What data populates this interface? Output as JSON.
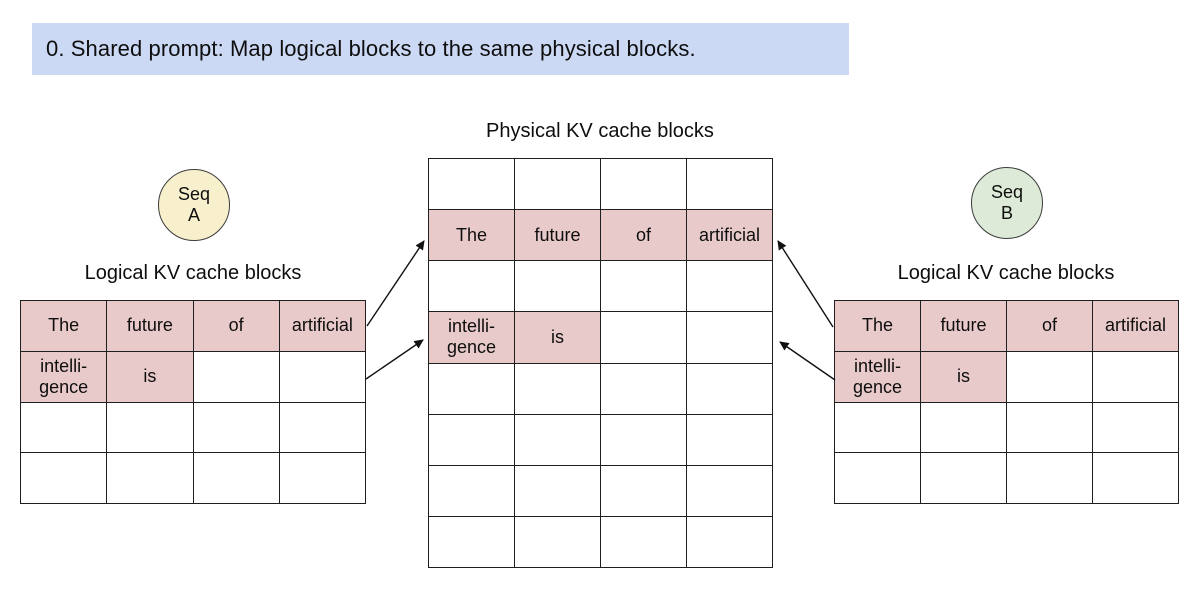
{
  "banner": {
    "text": "0. Shared prompt: Map logical blocks to the same physical blocks."
  },
  "colors": {
    "banner_bg": "#ccd9f4",
    "highlight": "#e9caca",
    "seq_a_bg": "#f8f0cd",
    "seq_b_bg": "#dcead7",
    "table_border": "#1f1f1f"
  },
  "seq_a": {
    "badge": "Seq\nA",
    "table_title": "Logical KV cache blocks"
  },
  "seq_b": {
    "badge": "Seq\nB",
    "table_title": "Logical KV cache blocks"
  },
  "physical": {
    "title": "Physical KV cache blocks"
  },
  "tables": {
    "physical": {
      "rows": [
        [
          {
            "t": "",
            "h": false
          },
          {
            "t": "",
            "h": false
          },
          {
            "t": "",
            "h": false
          },
          {
            "t": "",
            "h": false
          }
        ],
        [
          {
            "t": "The",
            "h": true
          },
          {
            "t": "future",
            "h": true
          },
          {
            "t": "of",
            "h": true
          },
          {
            "t": "artificial",
            "h": true
          }
        ],
        [
          {
            "t": "",
            "h": false
          },
          {
            "t": "",
            "h": false
          },
          {
            "t": "",
            "h": false
          },
          {
            "t": "",
            "h": false
          }
        ],
        [
          {
            "t": "intelli-\ngence",
            "h": true
          },
          {
            "t": "is",
            "h": true
          },
          {
            "t": "",
            "h": false
          },
          {
            "t": "",
            "h": false
          }
        ],
        [
          {
            "t": "",
            "h": false
          },
          {
            "t": "",
            "h": false
          },
          {
            "t": "",
            "h": false
          },
          {
            "t": "",
            "h": false
          }
        ],
        [
          {
            "t": "",
            "h": false
          },
          {
            "t": "",
            "h": false
          },
          {
            "t": "",
            "h": false
          },
          {
            "t": "",
            "h": false
          }
        ],
        [
          {
            "t": "",
            "h": false
          },
          {
            "t": "",
            "h": false
          },
          {
            "t": "",
            "h": false
          },
          {
            "t": "",
            "h": false
          }
        ],
        [
          {
            "t": "",
            "h": false
          },
          {
            "t": "",
            "h": false
          },
          {
            "t": "",
            "h": false
          },
          {
            "t": "",
            "h": false
          }
        ]
      ]
    },
    "logical_a": {
      "rows": [
        [
          {
            "t": "The",
            "h": true
          },
          {
            "t": "future",
            "h": true
          },
          {
            "t": "of",
            "h": true
          },
          {
            "t": "artificial",
            "h": true
          }
        ],
        [
          {
            "t": "intelli-\ngence",
            "h": true
          },
          {
            "t": "is",
            "h": true
          },
          {
            "t": "",
            "h": false
          },
          {
            "t": "",
            "h": false
          }
        ],
        [
          {
            "t": "",
            "h": false
          },
          {
            "t": "",
            "h": false
          },
          {
            "t": "",
            "h": false
          },
          {
            "t": "",
            "h": false
          }
        ],
        [
          {
            "t": "",
            "h": false
          },
          {
            "t": "",
            "h": false
          },
          {
            "t": "",
            "h": false
          },
          {
            "t": "",
            "h": false
          }
        ]
      ]
    },
    "logical_b": {
      "rows": [
        [
          {
            "t": "The",
            "h": true
          },
          {
            "t": "future",
            "h": true
          },
          {
            "t": "of",
            "h": true
          },
          {
            "t": "artificial",
            "h": true
          }
        ],
        [
          {
            "t": "intelli-\ngence",
            "h": true
          },
          {
            "t": "is",
            "h": true
          },
          {
            "t": "",
            "h": false
          },
          {
            "t": "",
            "h": false
          }
        ],
        [
          {
            "t": "",
            "h": false
          },
          {
            "t": "",
            "h": false
          },
          {
            "t": "",
            "h": false
          },
          {
            "t": "",
            "h": false
          }
        ],
        [
          {
            "t": "",
            "h": false
          },
          {
            "t": "",
            "h": false
          },
          {
            "t": "",
            "h": false
          },
          {
            "t": "",
            "h": false
          }
        ]
      ]
    }
  },
  "arrows": [
    {
      "from": "seq-a-logical-block-0",
      "to": "physical-block-row-2"
    },
    {
      "from": "seq-a-logical-block-1",
      "to": "physical-block-row-4"
    },
    {
      "from": "seq-b-logical-block-0",
      "to": "physical-block-row-2"
    },
    {
      "from": "seq-b-logical-block-1",
      "to": "physical-block-row-4"
    }
  ]
}
